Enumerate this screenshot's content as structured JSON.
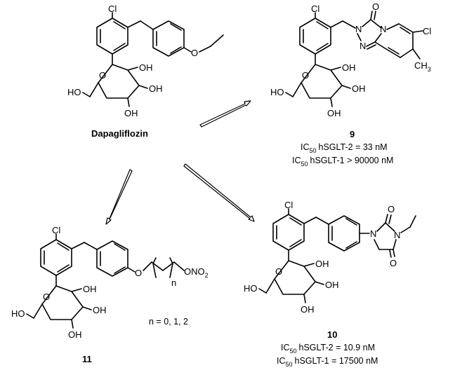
{
  "compounds": {
    "dapagliflozin": {
      "name": "Dapagliflozin"
    },
    "c9": {
      "number": "9",
      "ic50_sglt2": "hSGLT-2 = 33 nM",
      "ic50_sglt1": "hSGLT-1 > 90000 nM"
    },
    "c10": {
      "number": "10",
      "ic50_sglt2": "hSGLT-2 = 10.9 nM",
      "ic50_sglt1": "hSGLT-1 = 17500 nM"
    },
    "c11": {
      "number": "11",
      "n_values": "n = 0, 1, 2"
    }
  },
  "labels": {
    "ic50": "IC",
    "ic50_sub": "50",
    "chloro": "Cl",
    "hydroxyl": "OH",
    "hydroxyl_left": "HO",
    "oxygen": "O",
    "nitrogen": "N",
    "methyl": "CH",
    "methyl_sub": "3",
    "nitrate": "ONO",
    "nitrate_sub": "2",
    "repeat_n": "n"
  }
}
